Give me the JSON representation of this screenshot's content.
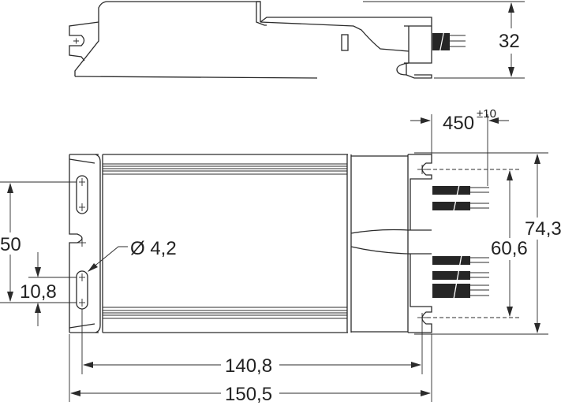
{
  "drawing": {
    "title": "Electronic control gear dimension drawing",
    "units": "mm",
    "views": [
      "side-view",
      "top-view"
    ],
    "colors": {
      "line": "#2b2b2b",
      "cable": "#262626",
      "background": "#ffffff"
    }
  },
  "dimensions": {
    "height": "32",
    "cable_length": "450",
    "cable_tolerance": "±10",
    "overall_width": "74,3",
    "mount_spacing_vertical": "60,6",
    "slot_spacing": "50",
    "slot_length": "10,8",
    "hole_diameter": "Ø 4,2",
    "mount_spacing_horizontal": "140,8",
    "overall_length": "150,5"
  }
}
